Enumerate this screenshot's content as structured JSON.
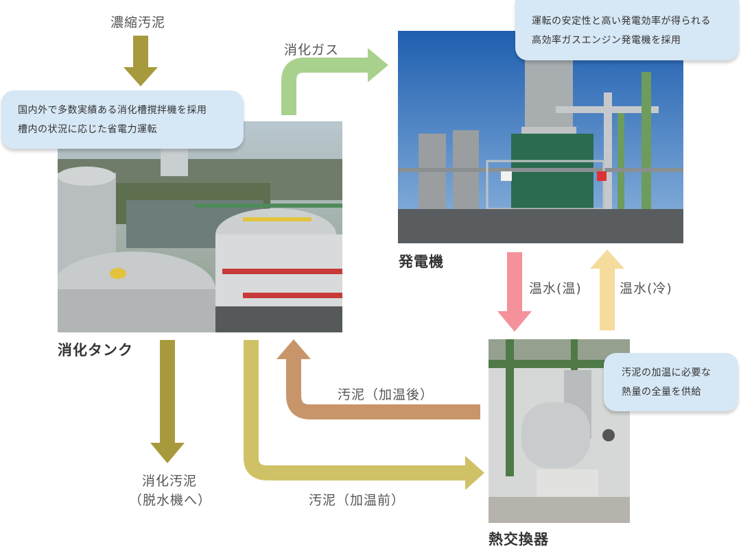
{
  "labels": {
    "thickened_sludge": "濃縮汚泥",
    "digestion_gas": "消化ガス",
    "generator": "発電機",
    "digestion_tank": "消化タンク",
    "heat_exchanger": "熱交換器",
    "hot_water_warm": "温水(温)",
    "hot_water_cold": "温水(冷)",
    "sludge_after_heating": "汚泥（加温後）",
    "sludge_before_heating": "汚泥（加温前）",
    "digested_sludge_line1": "消化汚泥",
    "digested_sludge_line2": "（脱水機へ）"
  },
  "bubbles": {
    "tank": [
      "国内外で多数実績ある消化槽撹拌機を採用",
      "槽内の状況に応じた省電力運転"
    ],
    "generator": [
      "運転の安定性と高い発電効率が得られる",
      "高効率ガスエンジン発電機を採用"
    ],
    "exchanger": [
      "汚泥の加温に必要な",
      "熱量の全量を供給"
    ]
  },
  "colors": {
    "olive": "#a69a3c",
    "green_gas": "#a9d18e",
    "pink_warm": "#f4919a",
    "yellow_cold": "#f5db9c",
    "brown_return": "#c8956b",
    "yellow_sludge": "#cfc266",
    "bubble_bg": "#d6e7f5"
  }
}
